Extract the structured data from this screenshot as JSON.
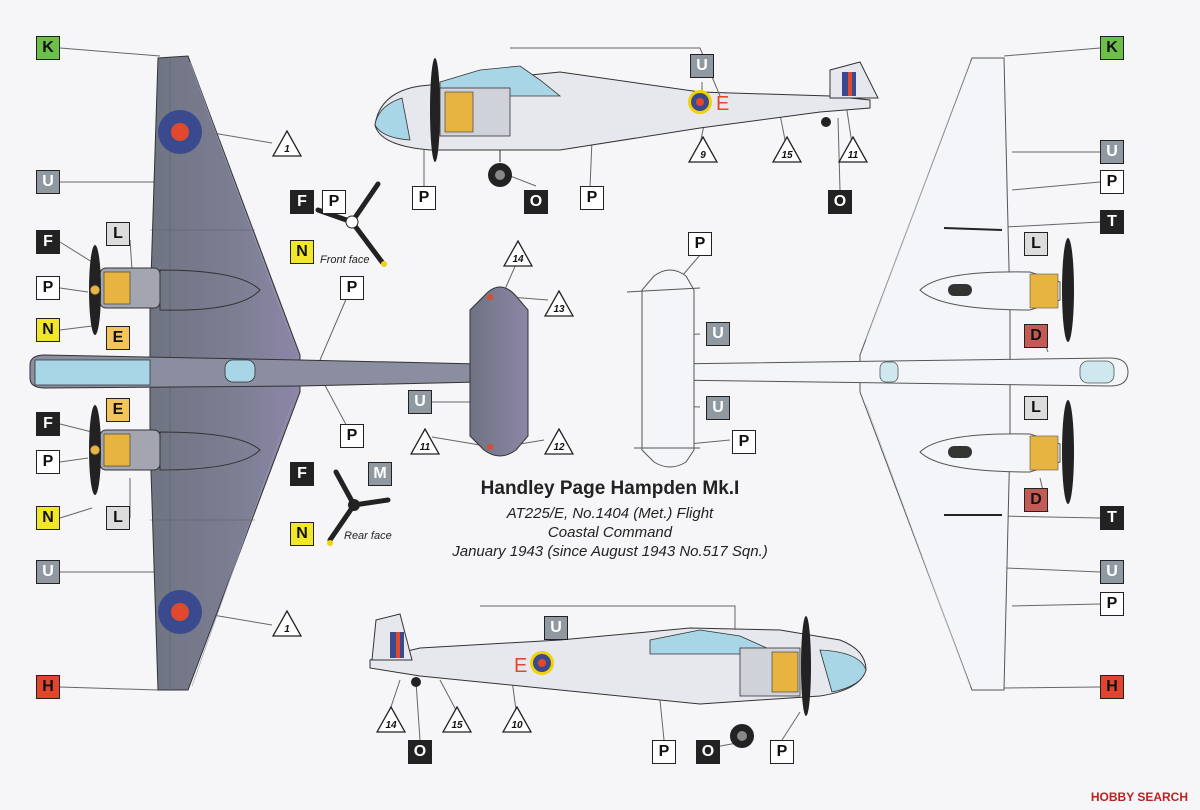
{
  "caption": {
    "title": "Handley Page Hampden  Mk.I",
    "lines": [
      "AT225/E, No.1404 (Met.) Flight",
      "Coastal Command",
      "January 1943 (since August 1943 No.517 Sqn.)"
    ]
  },
  "prop_views": {
    "front": "Front face",
    "rear": "Rear face"
  },
  "watermark": "HOBBY SEARCH",
  "colors": {
    "K": "#6cc04a",
    "U": "#9098a2",
    "F": "#222222",
    "L": "#dcdcdc",
    "P": "#ffffff",
    "N": "#f2e629",
    "E": "#f5c45a",
    "M": "#9098a2",
    "O": "#222222",
    "T": "#222222",
    "D": "#c45a55",
    "H": "#e2452d",
    "top_surface": "#7a7f8c",
    "under_surface": "#f4f5f8",
    "roundel_blue": "#3b4a8e",
    "roundel_red": "#e04a2c",
    "roundel_yellow": "#f2d200"
  },
  "labels": {
    "k_left": "K",
    "u_left1": "U",
    "f_left1": "F",
    "l_left1": "L",
    "p_left1": "P",
    "n_left1": "N",
    "e_left1": "E",
    "f_left2": "F",
    "e_left2": "E",
    "p_left2": "P",
    "n_left2": "N",
    "l_left2": "L",
    "u_left2": "U",
    "h_left": "H",
    "f_prop1": "F",
    "p_prop1": "P",
    "n_prop1": "N",
    "f_prop2": "F",
    "m_prop2": "M",
    "n_prop2": "N",
    "p_tail_top": "P",
    "p_fus_top": "P",
    "u_tail_top": "U",
    "u_side_top": "U",
    "p_side_top1": "P",
    "o_side_top1": "O",
    "p_side_top2": "P",
    "o_side_top2": "O",
    "u_side_bot": "U",
    "o_side_bot1": "O",
    "p_side_bot1": "P",
    "o_side_bot2": "O",
    "p_side_bot2": "P",
    "p_tail_under": "P",
    "u_tail_under1": "U",
    "u_tail_under2": "U",
    "p_tail_under2": "P",
    "k_right": "K",
    "u_right1": "U",
    "p_right1": "P",
    "t_right1": "T",
    "l_right1": "L",
    "d_right1": "D",
    "l_right2": "L",
    "d_right2": "D",
    "t_right2": "T",
    "u_right2": "U",
    "p_right2": "P",
    "h_right": "H"
  },
  "markers": {
    "m1a": "1",
    "m1b": "1",
    "m14a": "14",
    "m13": "13",
    "m11a": "11",
    "m12": "12",
    "m9": "9",
    "m15a": "15",
    "m11b": "11",
    "m14b": "14",
    "m15b": "15",
    "m10": "10"
  }
}
